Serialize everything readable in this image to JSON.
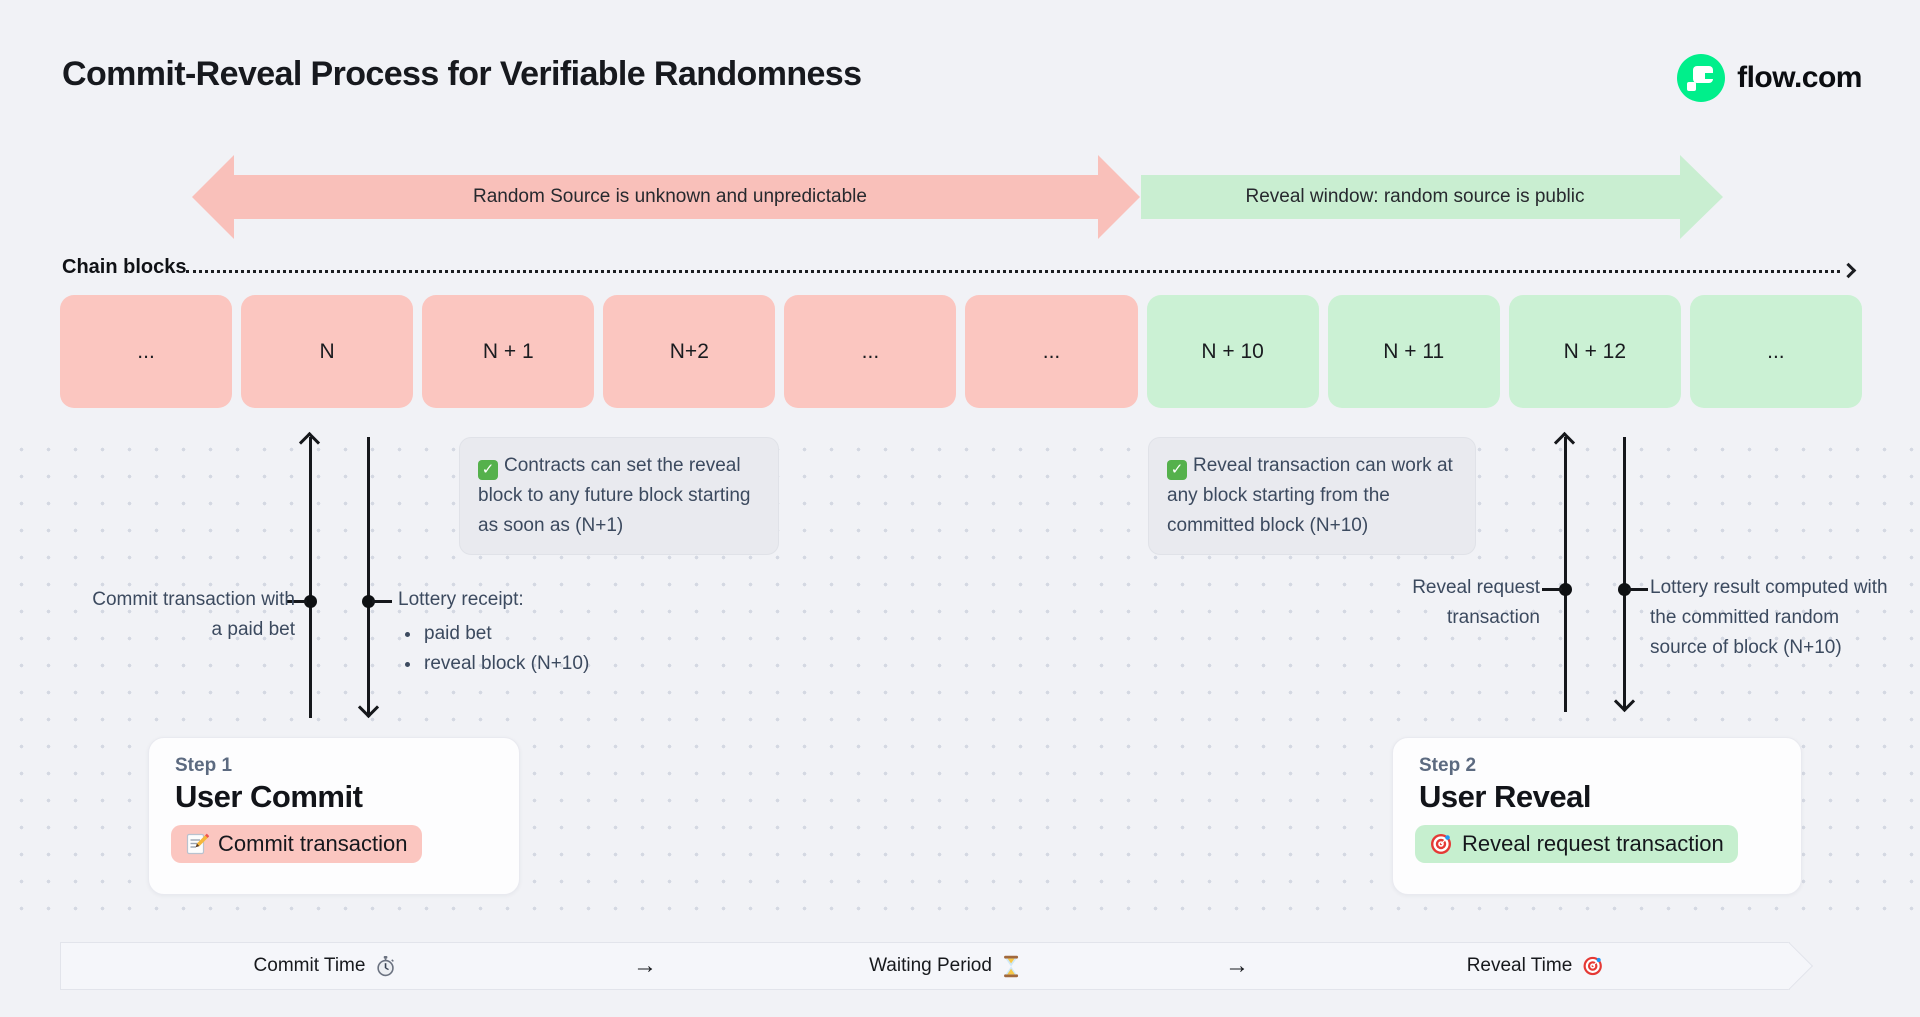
{
  "header": {
    "title": "Commit-Reveal Process for Verifiable Randomness",
    "brand": {
      "name": "flow.com",
      "logo_icon": "flow-logo-icon",
      "logo_color": "#00EF8B"
    }
  },
  "phase_arrows": {
    "unpredictable": {
      "label": "Random Source is unknown and unpredictable",
      "color": "#F9C0BA"
    },
    "reveal_window": {
      "label": "Reveal window: random source is public",
      "color": "#C9EED1"
    }
  },
  "chain": {
    "label": "Chain blocks",
    "blocks": [
      {
        "label": "...",
        "phase": "commit"
      },
      {
        "label": "N",
        "phase": "commit"
      },
      {
        "label": "N + 1",
        "phase": "commit"
      },
      {
        "label": "N+2",
        "phase": "commit"
      },
      {
        "label": "...",
        "phase": "commit"
      },
      {
        "label": "...",
        "phase": "commit"
      },
      {
        "label": "N + 10",
        "phase": "reveal"
      },
      {
        "label": "N + 11",
        "phase": "reveal"
      },
      {
        "label": "N + 12",
        "phase": "reveal"
      },
      {
        "label": "...",
        "phase": "reveal"
      }
    ]
  },
  "callouts": {
    "commit": {
      "icon": "check-icon",
      "text": "Contracts can set the reveal block to any future block starting as soon as (N+1)"
    },
    "reveal": {
      "icon": "check-icon",
      "text": "Reveal transaction can work at any block starting from the committed block (N+10)"
    }
  },
  "annotations": {
    "commit_tx": "Commit transaction with a paid bet",
    "lottery_receipt": {
      "title": "Lottery receipt:",
      "items": [
        "paid bet",
        "reveal block (N+10)"
      ]
    },
    "reveal_request": "Reveal request transaction",
    "lottery_result": "Lottery result computed with the committed random source of block (N+10)"
  },
  "steps": [
    {
      "eyebrow": "Step 1",
      "title": "User Commit",
      "badge": {
        "icon": "memo-icon",
        "label": "Commit transaction",
        "color": "#FBC6C0"
      }
    },
    {
      "eyebrow": "Step 2",
      "title": "User Reveal",
      "badge": {
        "icon": "target-icon",
        "label": "Reveal request transaction",
        "color": "#C6EFCF"
      }
    }
  ],
  "timeline": {
    "items": [
      {
        "label": "Commit Time",
        "icon": "stopwatch-icon"
      },
      {
        "label": "→",
        "icon": "arrow-right-icon"
      },
      {
        "label": "Waiting Period",
        "icon": "hourglass-icon"
      },
      {
        "label": "→",
        "icon": "arrow-right-icon"
      },
      {
        "label": "Reveal Time",
        "icon": "target-icon"
      }
    ]
  }
}
